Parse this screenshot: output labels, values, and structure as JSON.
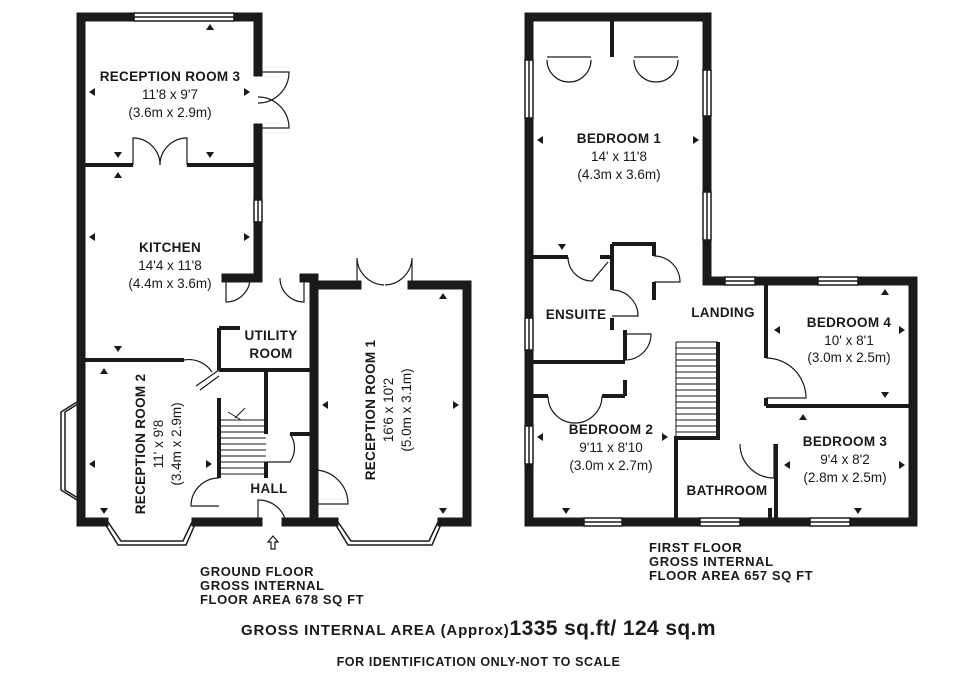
{
  "ground_floor": {
    "rooms": [
      {
        "name": "RECEPTION ROOM 3",
        "imperial": "11'8 x 9'7",
        "metric": "(3.6m x 2.9m)"
      },
      {
        "name": "KITCHEN",
        "imperial": "14'4 x 11'8",
        "metric": "(4.4m x 3.6m)"
      },
      {
        "name_line1": "UTILITY",
        "name_line2": "ROOM"
      },
      {
        "name": "RECEPTION ROOM 2",
        "imperial": "11' x 9'8",
        "metric": "(3.4m x 2.9m)"
      },
      {
        "name": "RECEPTION ROOM 1",
        "imperial": "16'6 x 10'2",
        "metric": "(5.0m x 3.1m)"
      },
      {
        "name": "HALL"
      }
    ],
    "caption": [
      "GROUND FLOOR",
      "GROSS INTERNAL",
      "FLOOR AREA 678 SQ FT"
    ]
  },
  "first_floor": {
    "rooms": [
      {
        "name": "BEDROOM 1",
        "imperial": "14' x 11'8",
        "metric": "(4.3m x 3.6m)"
      },
      {
        "name": "ENSUITE"
      },
      {
        "name": "LANDING"
      },
      {
        "name": "BEDROOM 4",
        "imperial": "10' x 8'1",
        "metric": "(3.0m x 2.5m)"
      },
      {
        "name": "BEDROOM 2",
        "imperial": "9'11 x 8'10",
        "metric": "(3.0m x 2.7m)"
      },
      {
        "name": "BEDROOM 3",
        "imperial": "9'4 x 8'2",
        "metric": "(2.8m x 2.5m)"
      },
      {
        "name": "BATHROOM"
      }
    ],
    "caption": [
      "FIRST FLOOR",
      "GROSS INTERNAL",
      "FLOOR AREA 657 SQ FT"
    ]
  },
  "total": {
    "label": "GROSS INTERNAL AREA (Approx)",
    "value": "1335 sq.ft/ 124 sq.m"
  },
  "disclaimer": "FOR IDENTIFICATION ONLY-NOT TO SCALE",
  "colors": {
    "wall": "#1a1a1a",
    "background": "#ffffff"
  }
}
